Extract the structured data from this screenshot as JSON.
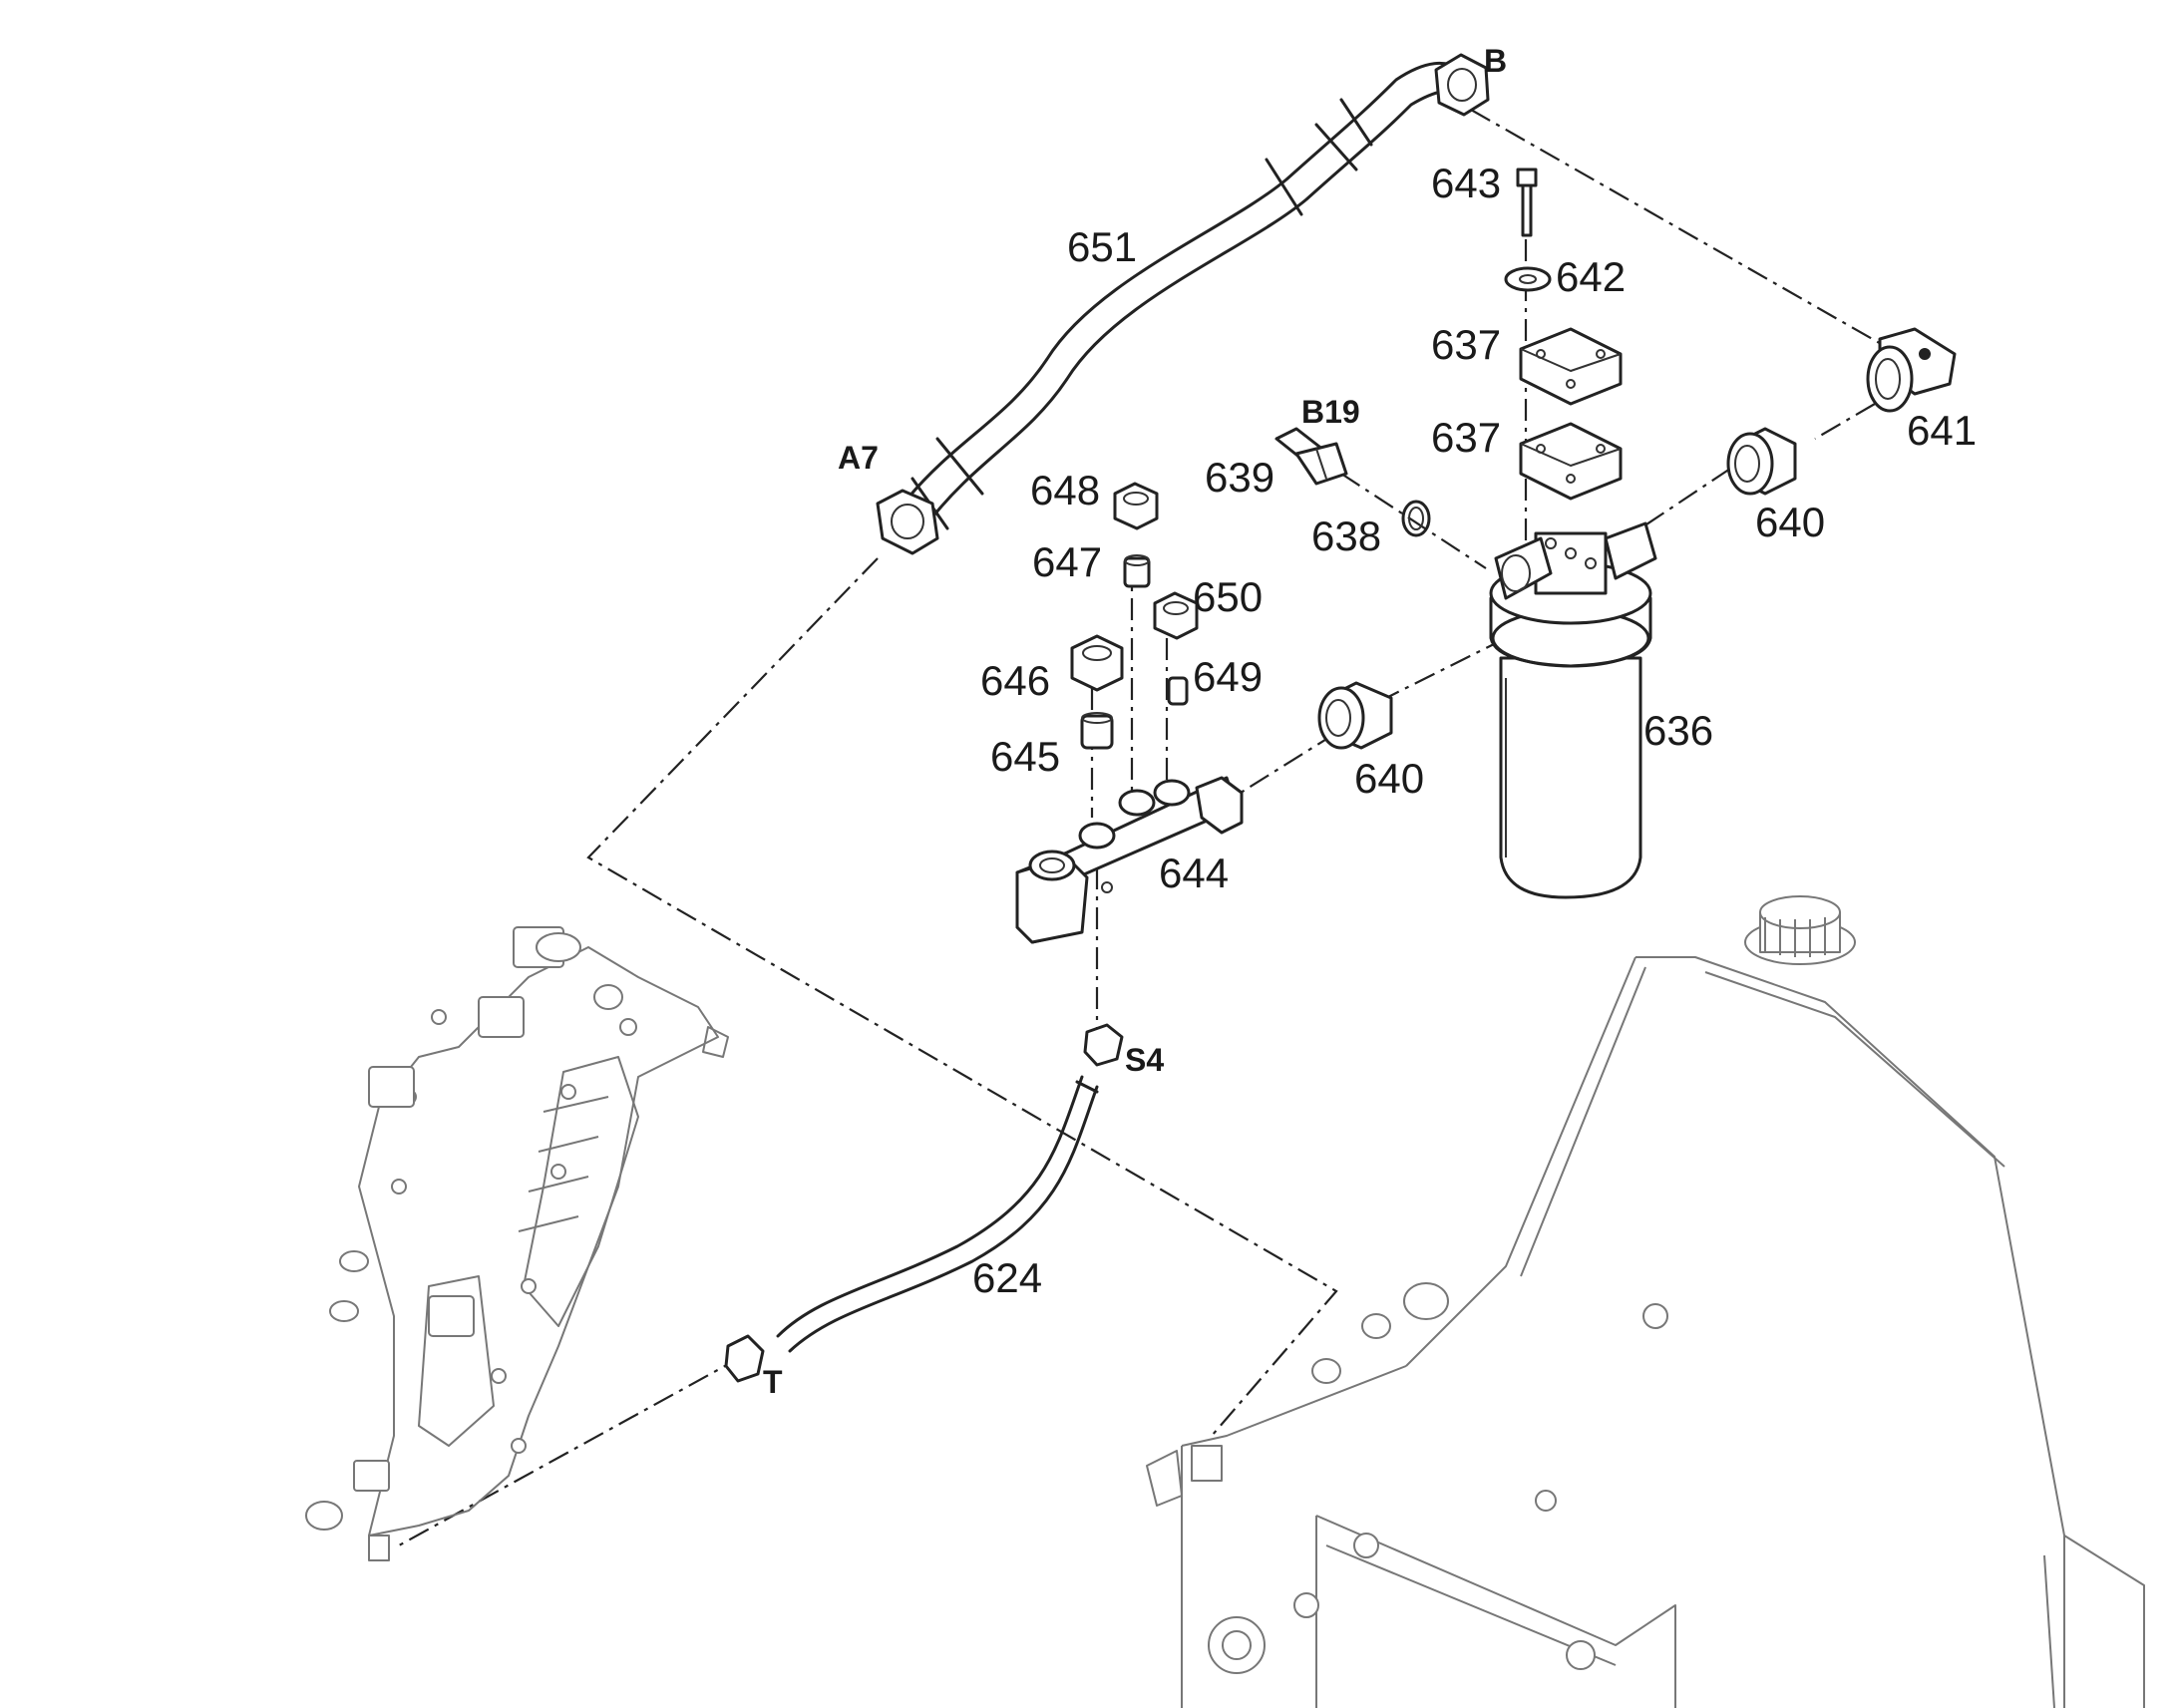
{
  "part_labels": {
    "p651": "651",
    "p643": "643",
    "p642": "642",
    "p637a": "637",
    "p637b": "637",
    "p641": "641",
    "p640a": "640",
    "p640b": "640",
    "p639": "639",
    "p638": "638",
    "p648": "648",
    "p647": "647",
    "p650": "650",
    "p646": "646",
    "p649": "649",
    "p645": "645",
    "p644": "644",
    "p636": "636",
    "p624": "624"
  },
  "connection_labels": {
    "B": "B",
    "A7": "A7",
    "B19": "B19",
    "S4": "S4",
    "T": "T"
  }
}
